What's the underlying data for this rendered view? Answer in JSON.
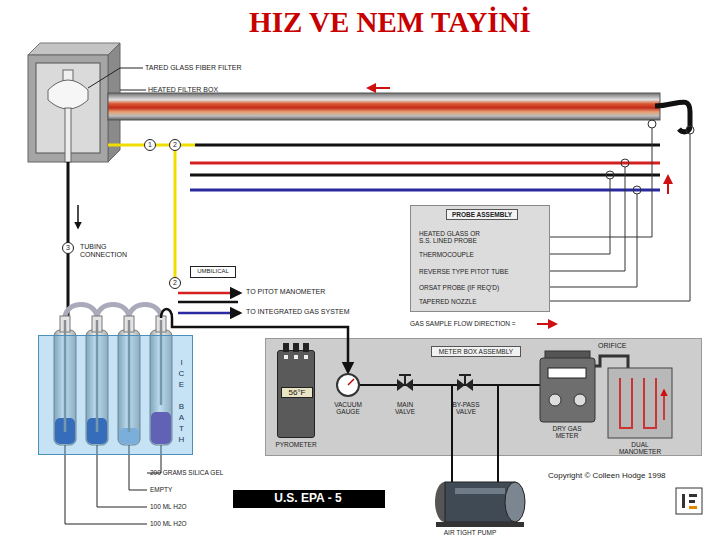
{
  "diagram": {
    "title": "HIZ VE NEM TAYİNİ",
    "nodes": [
      {
        "text": [
          "PROBE ASSEMBLY",
          "HEATED GLASS OR S.S. LINED PROBE",
          "THERMOCOUPLE",
          "REVERSE TYPE PITOT TUBE",
          "ORSAT PROBE (IF REQ'D)",
          "TAPERED NOZZLE"
        ]
      },
      {
        "text": [
          "UMBILICAL"
        ]
      },
      {
        "text": [
          "ICE BATH"
        ]
      },
      {
        "text": [
          "METER BOX ASSEMBLY"
        ]
      },
      {
        "text": [
          "56°F",
          "PYROMETER"
        ],
        "in": 3
      },
      {
        "text": [
          "U.S. EPA - 5"
        ]
      }
    ],
    "labels": [
      "TARED GLASS FIBER FILTER",
      "HEATED FILTER BOX",
      "1",
      "2",
      "3",
      "TUBING CONNECTION",
      "2",
      "TO PITOT MANOMETER",
      "TO INTEGRATED GAS SYSTEM",
      "GAS SAMPLE FLOW DIRECTION =",
      "ORIFICE",
      "VACUUM GAUGE",
      "MAIN VALVE",
      "BY-PASS VALVE",
      "DRY GAS METER",
      "DUAL MANOMETER",
      "200 GRAMS SILICA GEL",
      "EMPTY",
      "100 ML H2O",
      "100 ML H2O",
      "Copyright © Colleen Hodge 1998",
      "AIR TIGHT PUMP"
    ]
  }
}
